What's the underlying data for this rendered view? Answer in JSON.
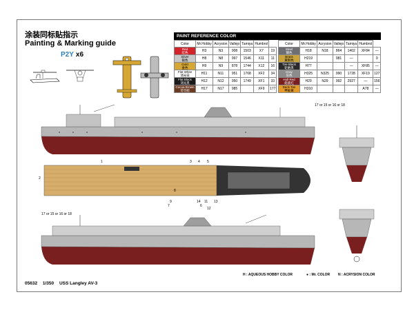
{
  "header": {
    "title_cn": "涂装同标贴指示",
    "title_en": "Painting & Marking guide",
    "aircraft_label": "P2Y",
    "aircraft_qty": "x6"
  },
  "paint_reference": {
    "title": "PAINT  REFERENCE COLOR",
    "columns": [
      "Color",
      "Mr.Hobby",
      "Acrysion",
      "Vallejo",
      "Tamiya",
      "Humbrol"
    ],
    "left_rows": [
      {
        "color_en": "Red",
        "color_cn": "红色",
        "swatch": "#d2232a",
        "text": "#fff",
        "mr_hobby": "H3",
        "acrysion": "N3",
        "vallejo": "908",
        "tamiya": "1503",
        "humbrol": "X7",
        "h2": "19"
      },
      {
        "color_en": "Silver",
        "color_cn": "银色",
        "swatch": "#c8c8c8",
        "text": "#000",
        "mr_hobby": "H8",
        "acrysion": "N8",
        "vallejo": "997",
        "tamiya": "1546",
        "humbrol": "X11",
        "h2": "11"
      },
      {
        "color_en": "Gold",
        "color_cn": "金色",
        "swatch": "#d7a735",
        "text": "#000",
        "mr_hobby": "H9",
        "acrysion": "N9",
        "vallejo": "878",
        "tamiya": "1744",
        "humbrol": "X12",
        "h2": "16"
      },
      {
        "color_en": "Flat White",
        "color_cn": "消光白",
        "swatch": "#ffffff",
        "text": "#000",
        "mr_hobby": "H11",
        "acrysion": "N11",
        "vallejo": "951",
        "tamiya": "1768",
        "humbrol": "XF2",
        "h2": "34"
      },
      {
        "color_en": "Flat Black",
        "color_cn": "消光黑",
        "swatch": "#1a1a1a",
        "text": "#fff",
        "mr_hobby": "H12",
        "acrysion": "N12",
        "vallejo": "950",
        "tamiya": "1749",
        "humbrol": "XF1",
        "h2": "33"
      },
      {
        "color_en": "Cocoa Brown",
        "color_cn": "可可棕",
        "swatch": "#6b3a22",
        "text": "#fff",
        "mr_hobby": "H17",
        "acrysion": "N17",
        "vallejo": "985",
        "tamiya": "",
        "humbrol": "XF9",
        "h2": "177"
      }
    ],
    "right_rows": [
      {
        "color_en": "Steel",
        "color_cn": "钢色",
        "swatch": "#6e6f72",
        "text": "#fff",
        "mr_hobby": "H18",
        "acrysion": "N18",
        "vallejo": "864",
        "tamiya": "1402",
        "humbrol": "XF84",
        "h2": "—"
      },
      {
        "color_en": "Brass",
        "color_cn": "黄铜色",
        "swatch": "#c9a33b",
        "text": "#000",
        "mr_hobby": "H219",
        "acrysion": "",
        "vallejo": "981",
        "tamiya": "—",
        "humbrol": "",
        "h2": "9"
      },
      {
        "color_en": "Tire Black",
        "color_cn": "轮胎黑",
        "swatch": "#2a2a2a",
        "text": "#fff",
        "mr_hobby": "H77",
        "acrysion": "",
        "vallejo": "",
        "tamiya": "—",
        "humbrol": "XF85",
        "h2": "—"
      },
      {
        "color_en": "Gray",
        "color_cn": "灰色",
        "swatch": "#8c8c8c",
        "text": "#fff",
        "mr_hobby": "H325",
        "acrysion": "N325",
        "vallejo": "990",
        "tamiya": "1728",
        "humbrol": "XF19",
        "h2": "127"
      },
      {
        "color_en": "Hull Red",
        "color_cn": "船底红",
        "swatch": "#7a1f1f",
        "text": "#fff",
        "mr_hobby": "H29",
        "acrysion": "N29",
        "vallejo": "992",
        "tamiya": "2927",
        "humbrol": "—",
        "h2": "156"
      },
      {
        "color_en": "Deck Tan",
        "color_cn": "甲板黄",
        "swatch": "#e39a2b",
        "text": "#000",
        "mr_hobby": "H310",
        "acrysion": "",
        "vallejo": "",
        "tamiya": "",
        "humbrol": "A78",
        "h2": "—"
      }
    ]
  },
  "views": {
    "callouts": {
      "flag_numbers_top": "17 or 15 or 16 or 18",
      "flag_numbers_bottom": "17 or 15 or 16 or 18",
      "deck_numbers": [
        "1",
        "2",
        "3",
        "4",
        "5",
        "6",
        "7",
        "8",
        "9",
        "11",
        "12",
        "13",
        "14"
      ]
    }
  },
  "legend": {
    "hobby": "H : AQUEOUS HOBBY COLOR",
    "mr": "● : Mr. COLOR",
    "acrysion": "N : ACRYSION COLOR"
  },
  "footer": {
    "code": "05632",
    "scale": "1/350",
    "name": "USS Langley AV-3"
  },
  "colors": {
    "hull_red": "#7a1f1f",
    "hull_gray": "#b7b7b7",
    "deck_tan": "#d6ad6a",
    "deck_dark": "#333333",
    "p2y_blue": "#2b7fc1"
  }
}
